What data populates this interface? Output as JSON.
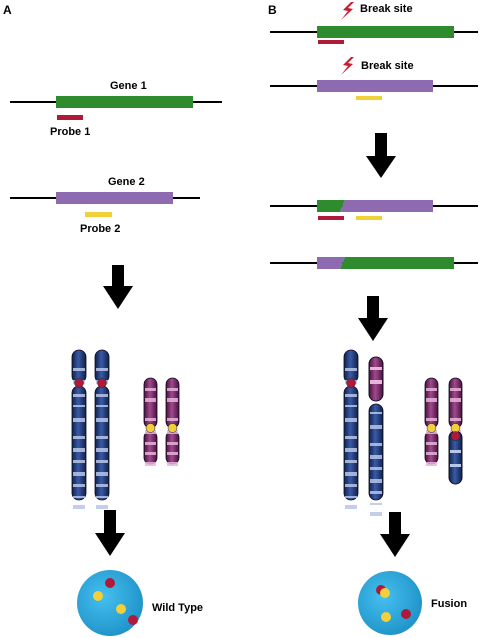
{
  "panel_a": {
    "letter": "A",
    "gene1_label": "Gene 1",
    "probe1_label": "Probe 1",
    "gene2_label": "Gene 2",
    "probe2_label": "Probe 2",
    "nucleus_label": "Wild Type"
  },
  "panel_b": {
    "letter": "B",
    "break_site_1": "Break site",
    "break_site_2": "Break site",
    "nucleus_label": "Fusion"
  },
  "colors": {
    "gene1": "#2e8b2e",
    "gene2": "#8e6ab0",
    "probe1": "#b01a3a",
    "probe2": "#f2d03a",
    "lightning": "#c81e32",
    "chromosome_blue": "#1f3a78",
    "chromosome_purple": "#7a2a6a",
    "nucleus": "#27a8dc"
  },
  "icons": [
    "lightning-bolt-icon",
    "down-arrow-icon"
  ]
}
